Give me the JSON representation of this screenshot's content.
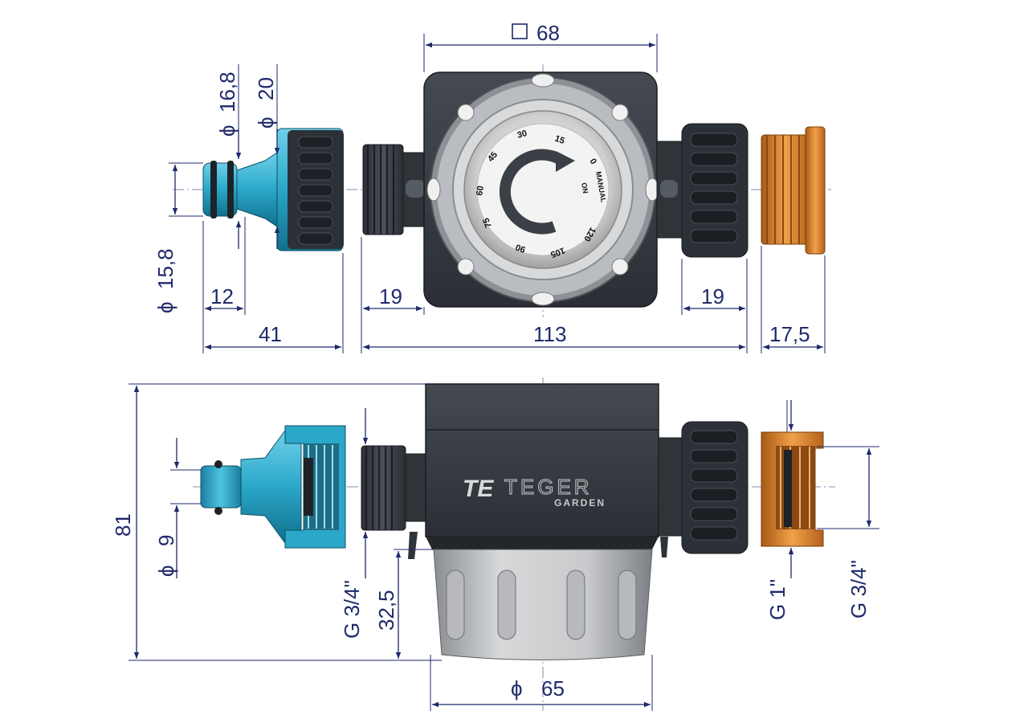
{
  "dims": {
    "square68": "68",
    "d168": "16,8",
    "d20": "20",
    "d158": "15,8",
    "l12": "12",
    "l19_left": "19",
    "l19_right": "19",
    "l41": "41",
    "l113": "113",
    "l175": "17,5",
    "h81": "81",
    "d9": "9",
    "g34_left": "G 3/4\"",
    "h325": "32,5",
    "g1": "G 1\"",
    "g34_right": "G 3/4\"",
    "d65": "65"
  },
  "symbols": {
    "diameter": "ϕ"
  },
  "dial": {
    "numbers": [
      "0",
      "15",
      "30",
      "45",
      "60",
      "75",
      "90",
      "105",
      "120"
    ],
    "manual": "MANUAL",
    "on": "ON"
  },
  "brand": {
    "name": "TEGER",
    "sub": "GARDEN",
    "mark": "TE"
  },
  "colors": {
    "dimension": "#1f2a6b",
    "body": "#3a3f45",
    "tap_adapter": "#2aa7c9",
    "reducer": "#e08a2c"
  }
}
